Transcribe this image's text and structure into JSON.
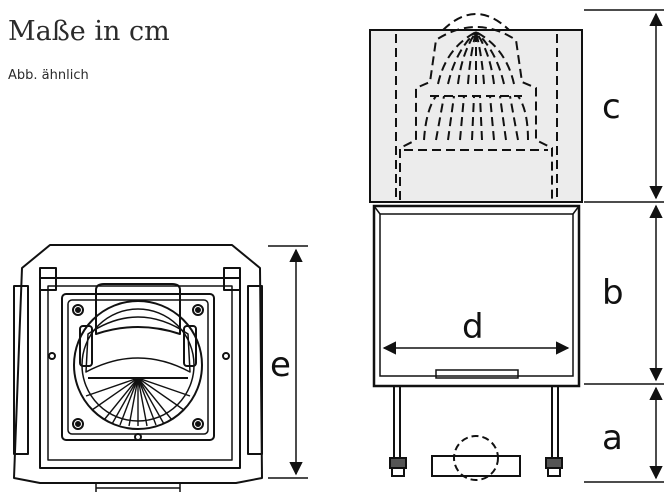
{
  "header": {
    "title": "Maße in cm",
    "subtitle": "Abb. ähnlich"
  },
  "dimension_labels": {
    "a": "a",
    "b": "b",
    "c": "c",
    "d": "d",
    "e": "e"
  },
  "colors": {
    "line": "#111111",
    "hood_fill": "#e8e8e8",
    "background": "#ffffff"
  }
}
